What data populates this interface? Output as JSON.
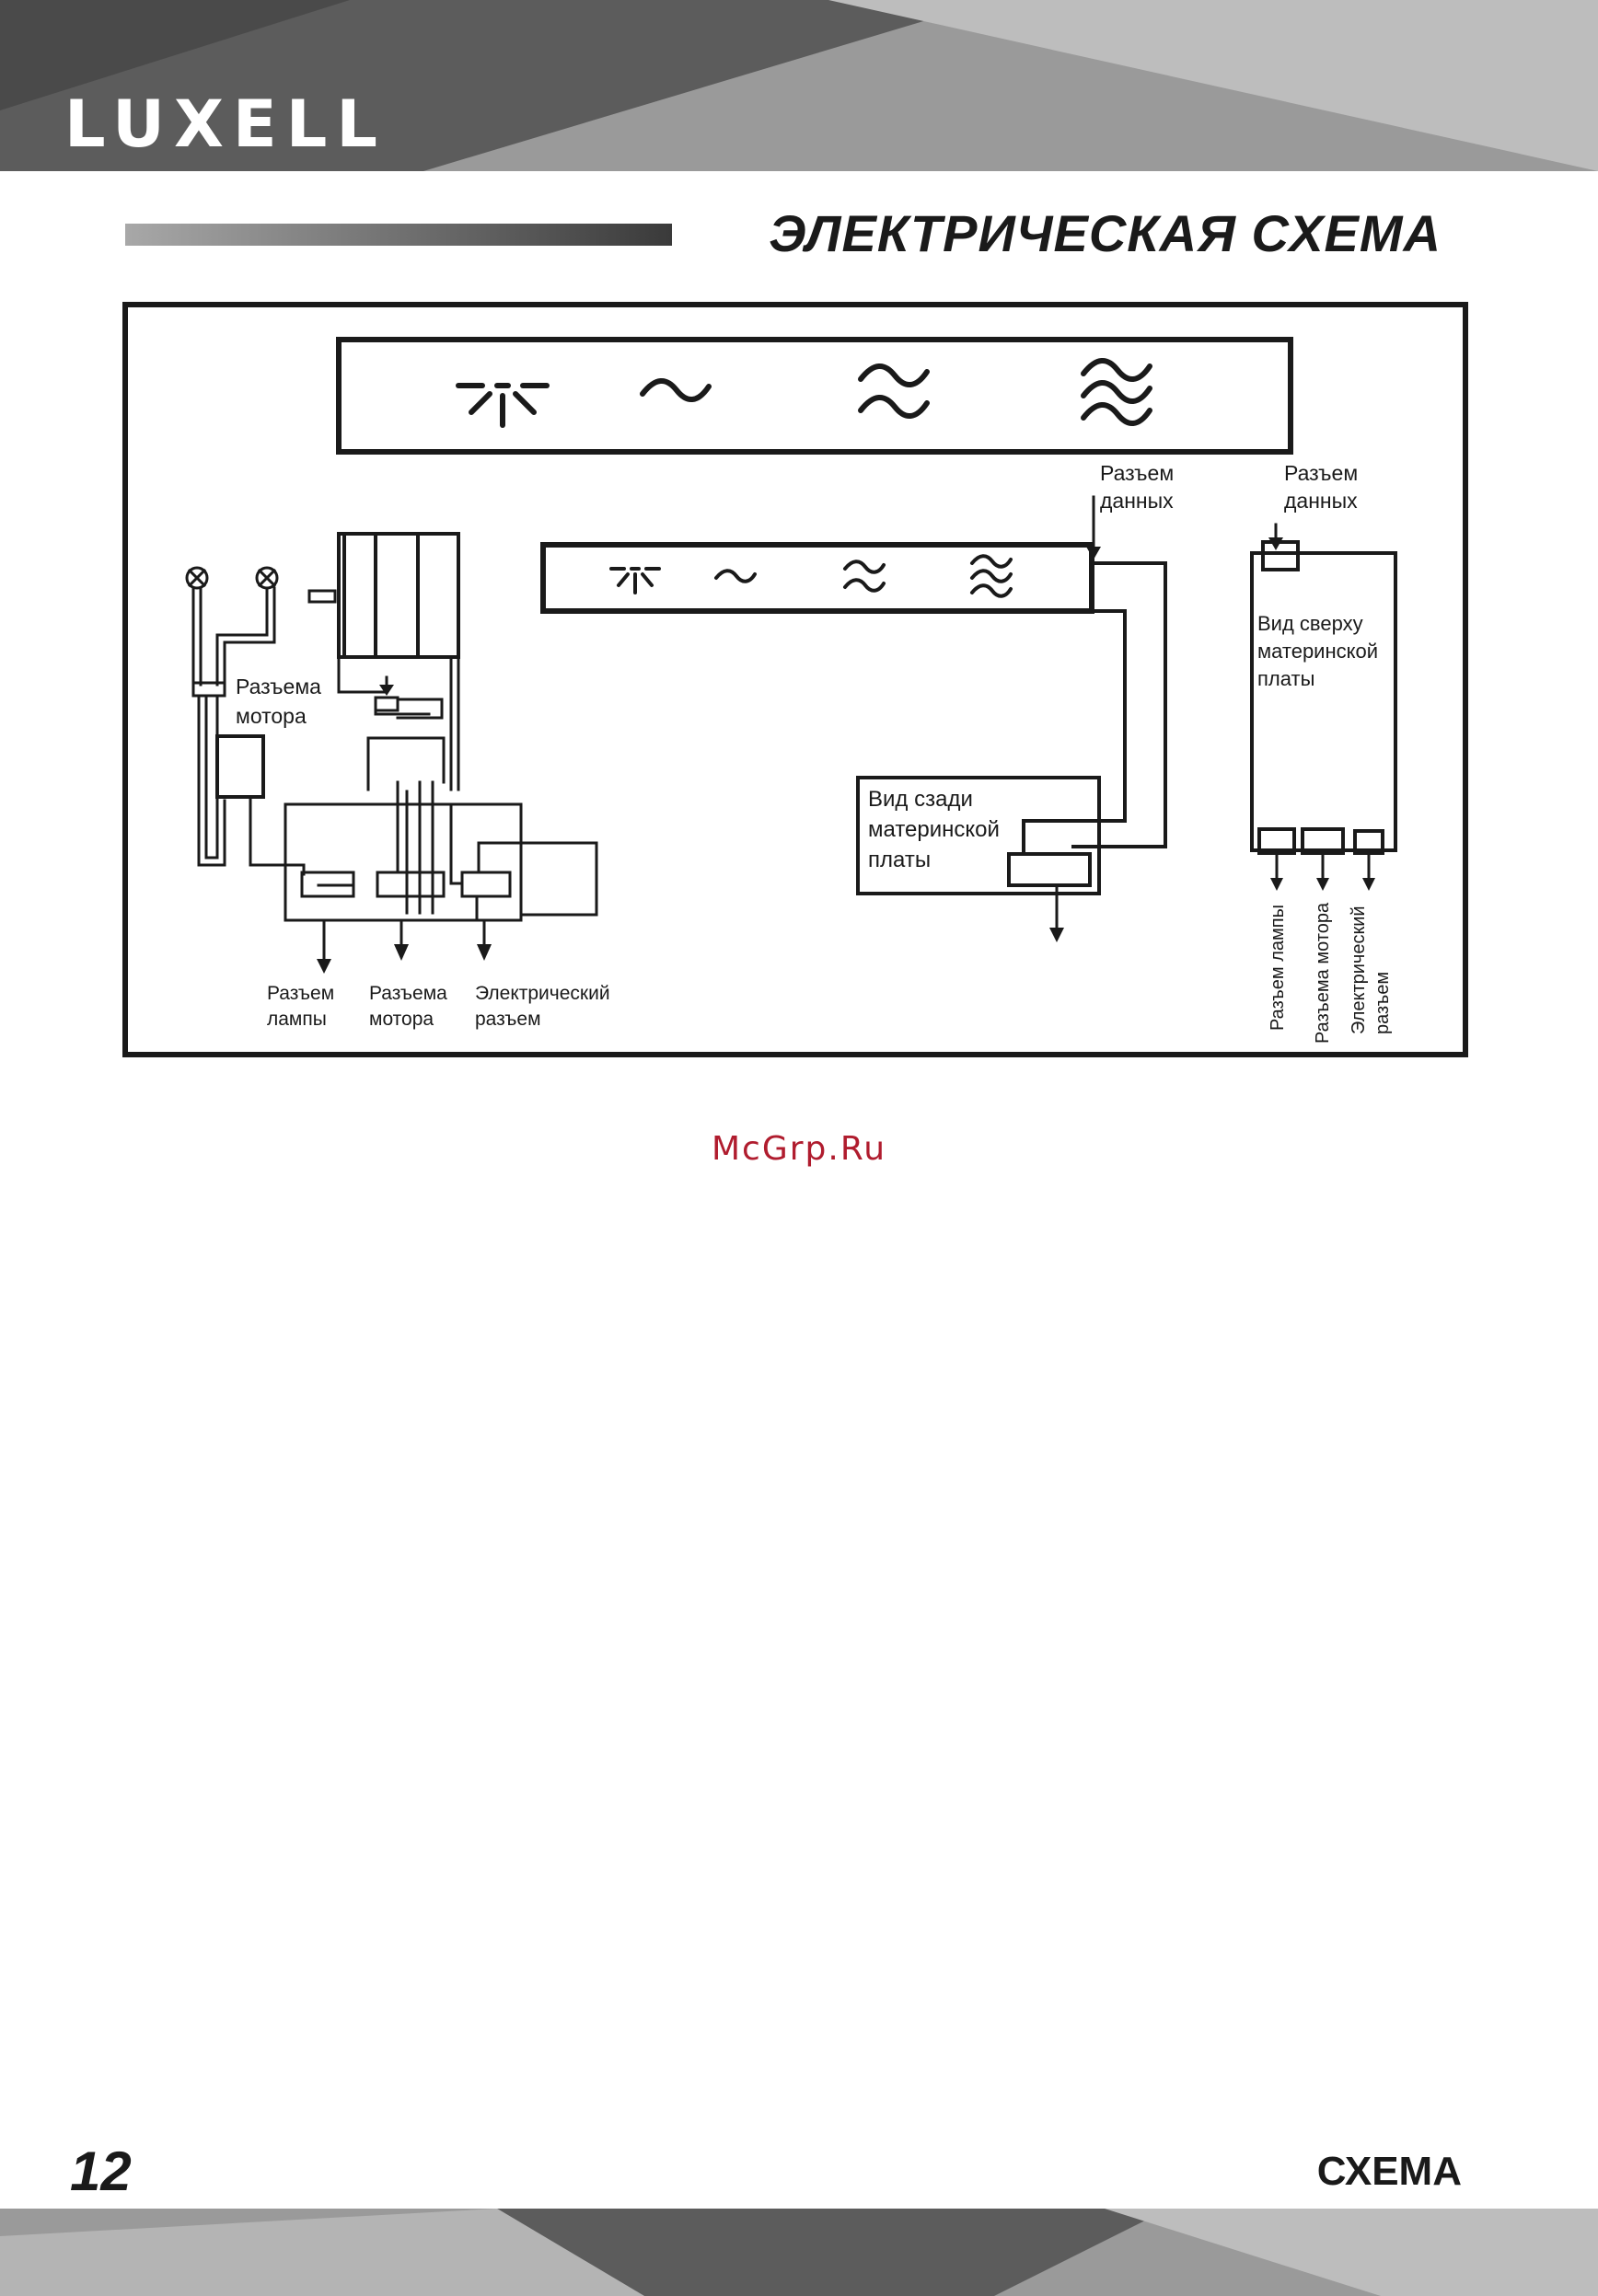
{
  "header": {
    "logo": "LUXELL",
    "title": "ЭЛЕКТРИЧЕСКАЯ СХЕМА"
  },
  "diagram": {
    "control_panel_icons": [
      "light-icon",
      "fan-speed-1-icon",
      "fan-speed-2-icon",
      "fan-speed-3-icon"
    ],
    "data_connector_left": [
      "Разъем",
      "данных"
    ],
    "data_connector_right": [
      "Разъем",
      "данных"
    ],
    "motor_connector_label": [
      "Разъема",
      "мотора"
    ],
    "bottom_labels": {
      "lamp": [
        "Разъем",
        "лампы"
      ],
      "motor": [
        "Разъема",
        "мотора"
      ],
      "electric": [
        "Электрический",
        "разъем"
      ]
    },
    "board_rear_label": [
      "Вид сзади",
      "материнской",
      "платы"
    ],
    "board_top_label": [
      "Вид сверху",
      "материнской",
      "платы"
    ],
    "vertical_labels": {
      "lamp": "Разъем лампы",
      "motor": "Разъема мотора",
      "electric": [
        "Электрический",
        "разъем"
      ]
    }
  },
  "watermark": "McGrp.Ru",
  "footer": {
    "page_number": "12",
    "section": "СХЕМА"
  }
}
